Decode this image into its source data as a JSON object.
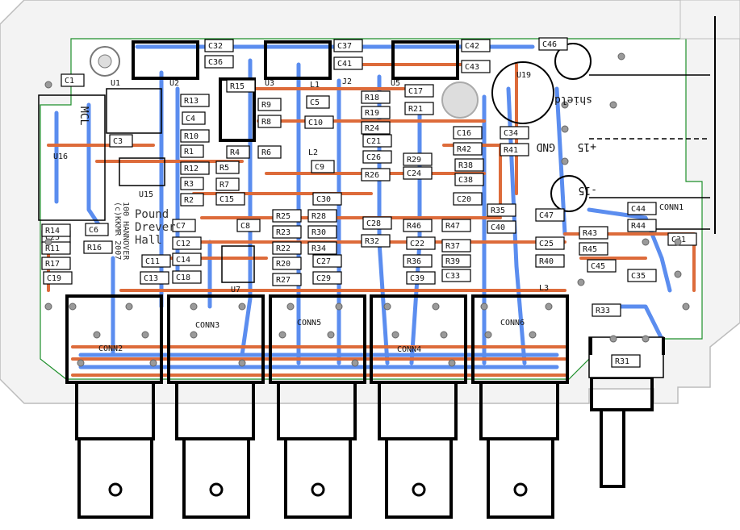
{
  "silkscreen": {
    "credit_lines": [
      "Pound",
      "Drever",
      "Hall"
    ],
    "vertical_note": "(c)KKMR 2007",
    "vertical_note2": "100 HANNOVER",
    "shield_label": "shield",
    "gnd_label": "GND",
    "p15_label": "+15",
    "m15_label": "-15",
    "mcl_label": "MCL"
  },
  "components": {
    "caps": [
      "C1",
      "C3",
      "C4",
      "C5",
      "C6",
      "C7",
      "C8",
      "C9",
      "C10",
      "C11",
      "C12",
      "C13",
      "C14",
      "C15",
      "C16",
      "C17",
      "C18",
      "C19",
      "C20",
      "C21",
      "C22",
      "C23",
      "C24",
      "C25",
      "C26",
      "C27",
      "C28",
      "C29",
      "C30",
      "C31",
      "C32",
      "C33",
      "C34",
      "C35",
      "C36",
      "C37",
      "C38",
      "C39",
      "C40",
      "C41",
      "C42",
      "C43",
      "C44",
      "C45",
      "C46",
      "C47"
    ],
    "resistors": [
      "R1",
      "R2",
      "R3",
      "R4",
      "R5",
      "R6",
      "R7",
      "R8",
      "R9",
      "R10",
      "R11",
      "R12",
      "R13",
      "R14",
      "R15",
      "R16",
      "R17",
      "R18",
      "R19",
      "R20",
      "R21",
      "R22",
      "R23",
      "R24",
      "R25",
      "R26",
      "R27",
      "R28",
      "R29",
      "R30",
      "R31",
      "R32",
      "R33",
      "R34",
      "R35",
      "R36",
      "R37",
      "R38",
      "R39",
      "R40",
      "R41",
      "R42",
      "R43",
      "R44",
      "R45",
      "R46",
      "R47"
    ],
    "ics": [
      "U1",
      "U2",
      "U3",
      "U5",
      "U7",
      "U15",
      "U16",
      "U19",
      "L1",
      "L2",
      "L3",
      "J2"
    ],
    "connectors": [
      "CONN1",
      "CONN2",
      "CONN3",
      "CONN4",
      "CONN5",
      "CONN6"
    ]
  },
  "colors": {
    "top_trace": "#dd6b3a",
    "bottom_trace": "#5b8def",
    "outline": "#000000",
    "board_edge": "#1d8f2a",
    "pad": "#9a9a9a"
  }
}
